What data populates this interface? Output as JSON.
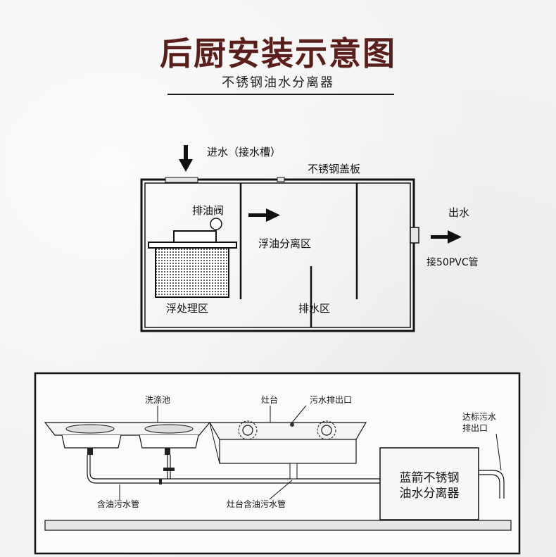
{
  "header": {
    "title": "后厨安装示意图",
    "subtitle": "不锈钢油水分离器"
  },
  "top_diagram": {
    "inlet": "进水（接水槽）",
    "cover": "不锈钢盖板",
    "oil_valve": "排油阀",
    "float_zone": "浮油分离区",
    "outlet": "出水",
    "pvc": "接50PVC管",
    "float_area": "浮处理区",
    "drain_zone": "排水区"
  },
  "bottom_diagram": {
    "sink": "洗涤池",
    "stove": "灶台",
    "stove_outlet": "污水排出口",
    "standard_outlet_1": "达标污水",
    "standard_outlet_2": "排出口",
    "device_1": "蓝箭不锈钢",
    "device_2": "油水分离器",
    "oily_pipe": "含油污水管",
    "stove_pipe": "灶台含油污水管"
  }
}
